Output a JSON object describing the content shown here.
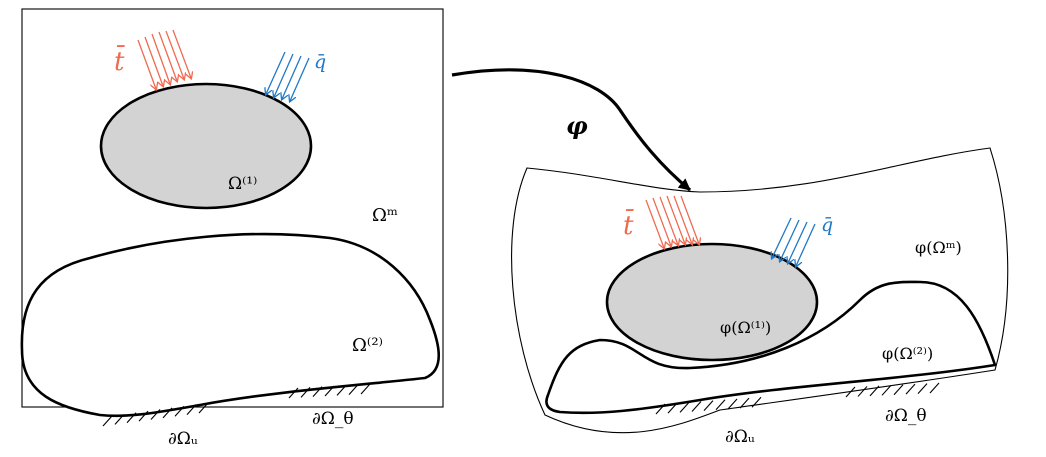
{
  "colors": {
    "traction": "#f06a50",
    "heat_flux": "#1f78c8",
    "inclusion_fill": "#d3d3d3",
    "stroke": "#000000"
  },
  "mapping_label": "φ",
  "reference": {
    "traction_label": "t̄",
    "heat_flux_label": "q̄",
    "inclusion1_label": "Ω⁽¹⁾",
    "matrix_label": "Ωᵐ",
    "inclusion2_label": "Ω⁽²⁾",
    "disp_boundary_label": "∂Ωᵤ",
    "temp_boundary_label": "∂Ω_θ"
  },
  "deformed": {
    "traction_label": "t̄",
    "heat_flux_label": "q̄",
    "matrix_label": "φ(Ωᵐ)",
    "inclusion1_label": "φ(Ω⁽¹⁾)",
    "inclusion2_label": "φ(Ω⁽²⁾)",
    "disp_boundary_label": "∂Ωᵤ",
    "temp_boundary_label": "∂Ω_θ"
  }
}
